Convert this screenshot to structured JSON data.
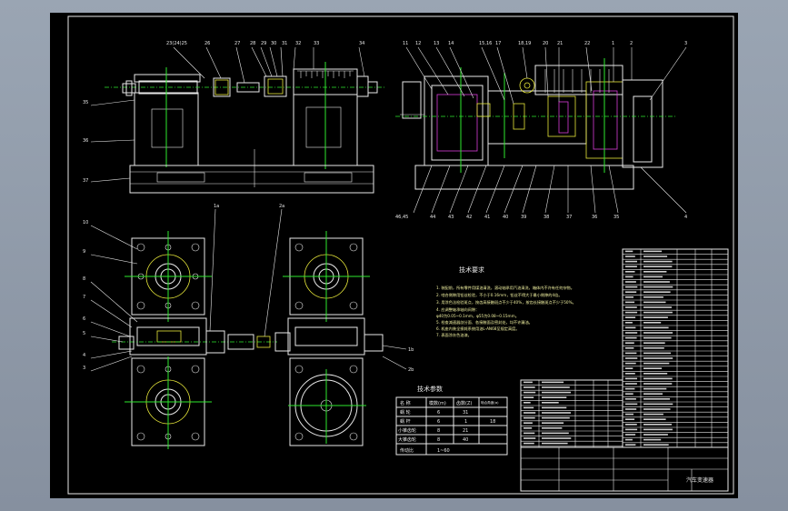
{
  "drawing": {
    "tech_requirements_title": "技术要求",
    "tech_params_title": "技术参数",
    "title_block_name": "汽车变速器",
    "tech_requirements": [
      "1. 装配前，所有零件用煤油清洗，滚动轴承用汽油清洗，箱体内不许有任何杂物。",
      "2. 啮合侧隙用铅丝检验，不小于0.16mm，铅丝不得大于最小侧隙的4倍。",
      "3. 用涂色法检验斑点，按齿高接触斑点不少于40%，按齿长接触斑点不少于50%。",
      "4. 应调整轴承轴向间隙：",
      "   φ40为0.05~0.1mm，φ55为0.08~0.15mm。",
      "5. 检查减速器剖分面、各接触面及密封处，均不许漏油。",
      "6. 机座内装全损耗系统用油L-AN68至规定高度。",
      "7. 表面涂灰色油漆。"
    ],
    "params_table": {
      "headers": [
        "名 称",
        "模数(m)",
        "齿数(Z)",
        "啮合角度(α)"
      ],
      "rows": [
        [
          "蜗 轮",
          "6",
          "31",
          ""
        ],
        [
          "蜗 杆",
          "6",
          "1",
          "18"
        ],
        [
          "小锥齿轮",
          "8",
          "21",
          ""
        ],
        [
          "大锥齿轮",
          "8",
          "40",
          ""
        ],
        [
          "传动比",
          "1~60",
          "",
          ""
        ]
      ]
    }
  }
}
